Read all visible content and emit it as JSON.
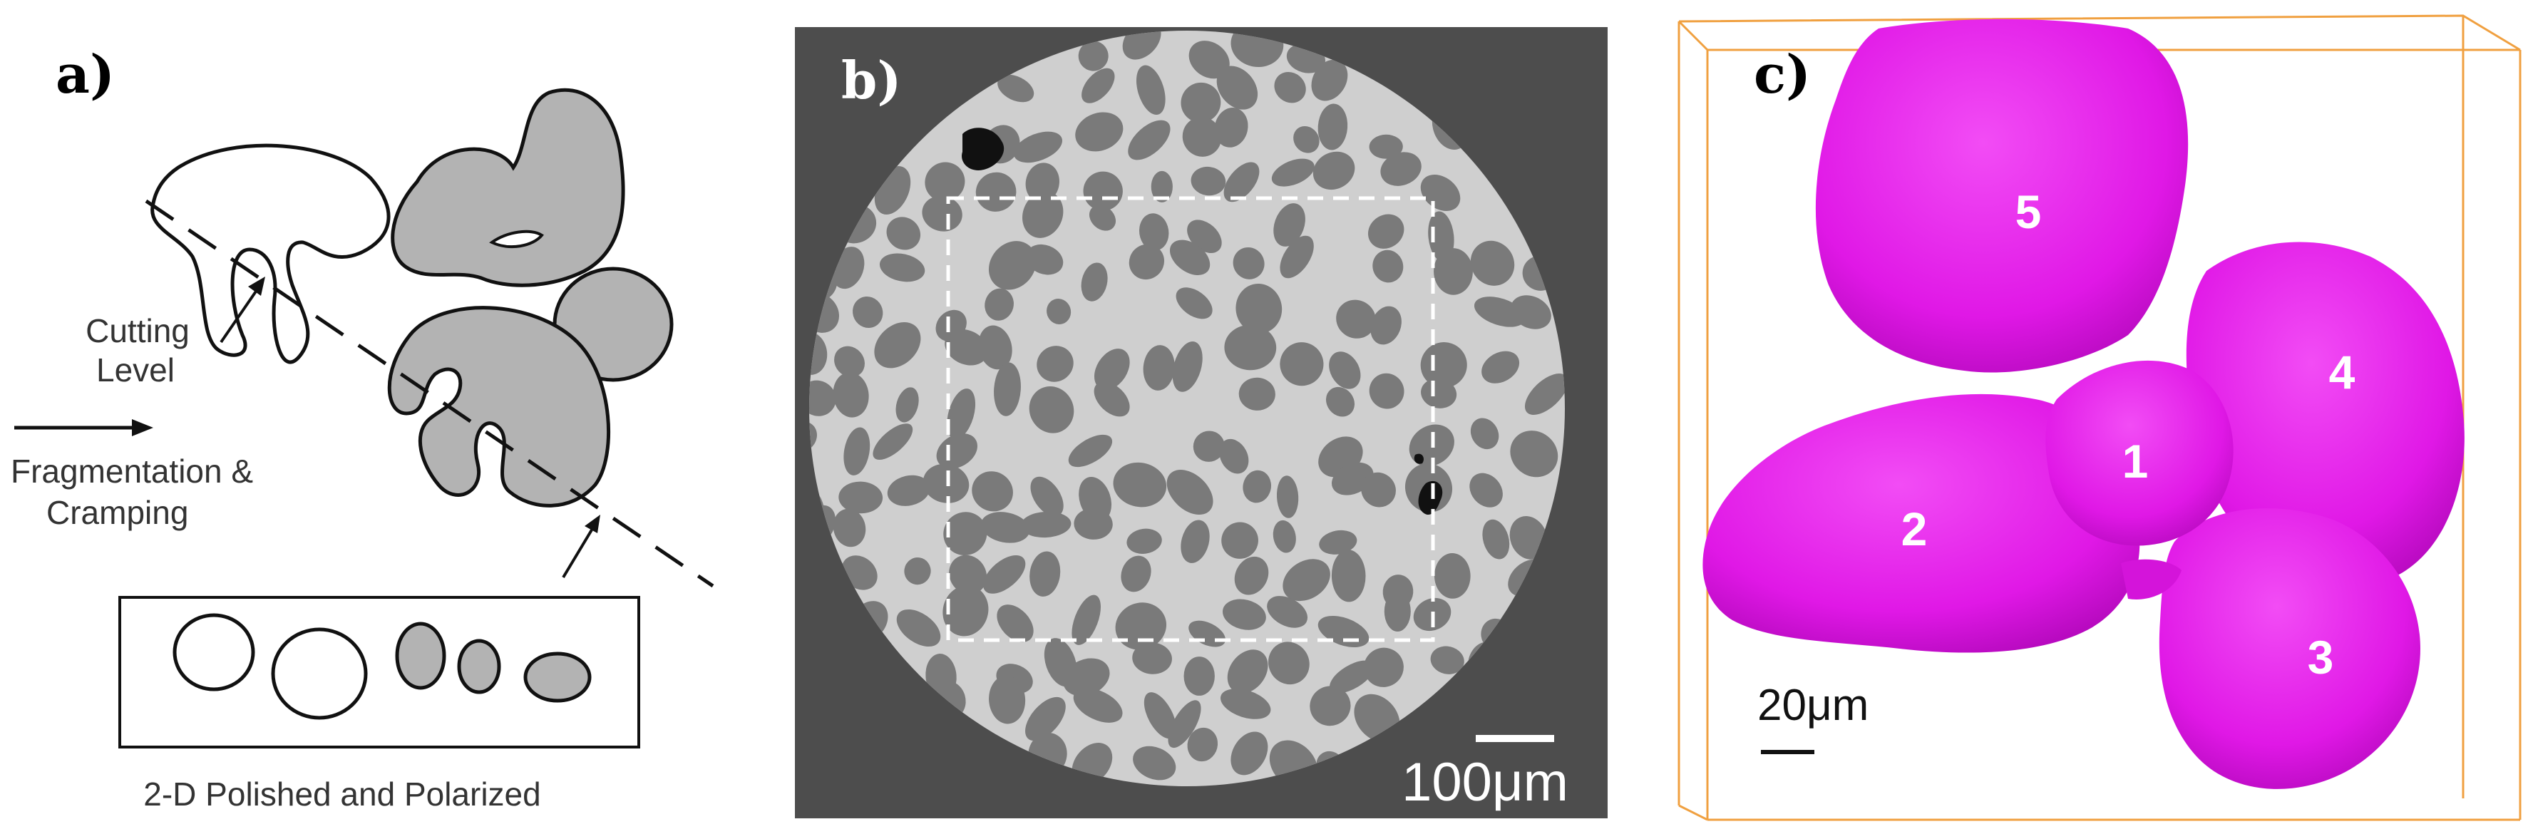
{
  "panel_a": {
    "label": "a)",
    "cutting_level": [
      "Cutting",
      "Level"
    ],
    "fragmentation": [
      "Fragmentation &",
      "Cramping"
    ],
    "caption": "2-D Polished and Polarized"
  },
  "panel_b": {
    "label": "b)",
    "scale_bar": "100μm"
  },
  "panel_c": {
    "label": "c)",
    "scale_bar": "20μm",
    "grain_numbers": [
      "1",
      "2",
      "3",
      "4",
      "5"
    ],
    "grain_color": "#e020e8",
    "box_color": "#f0a040"
  }
}
